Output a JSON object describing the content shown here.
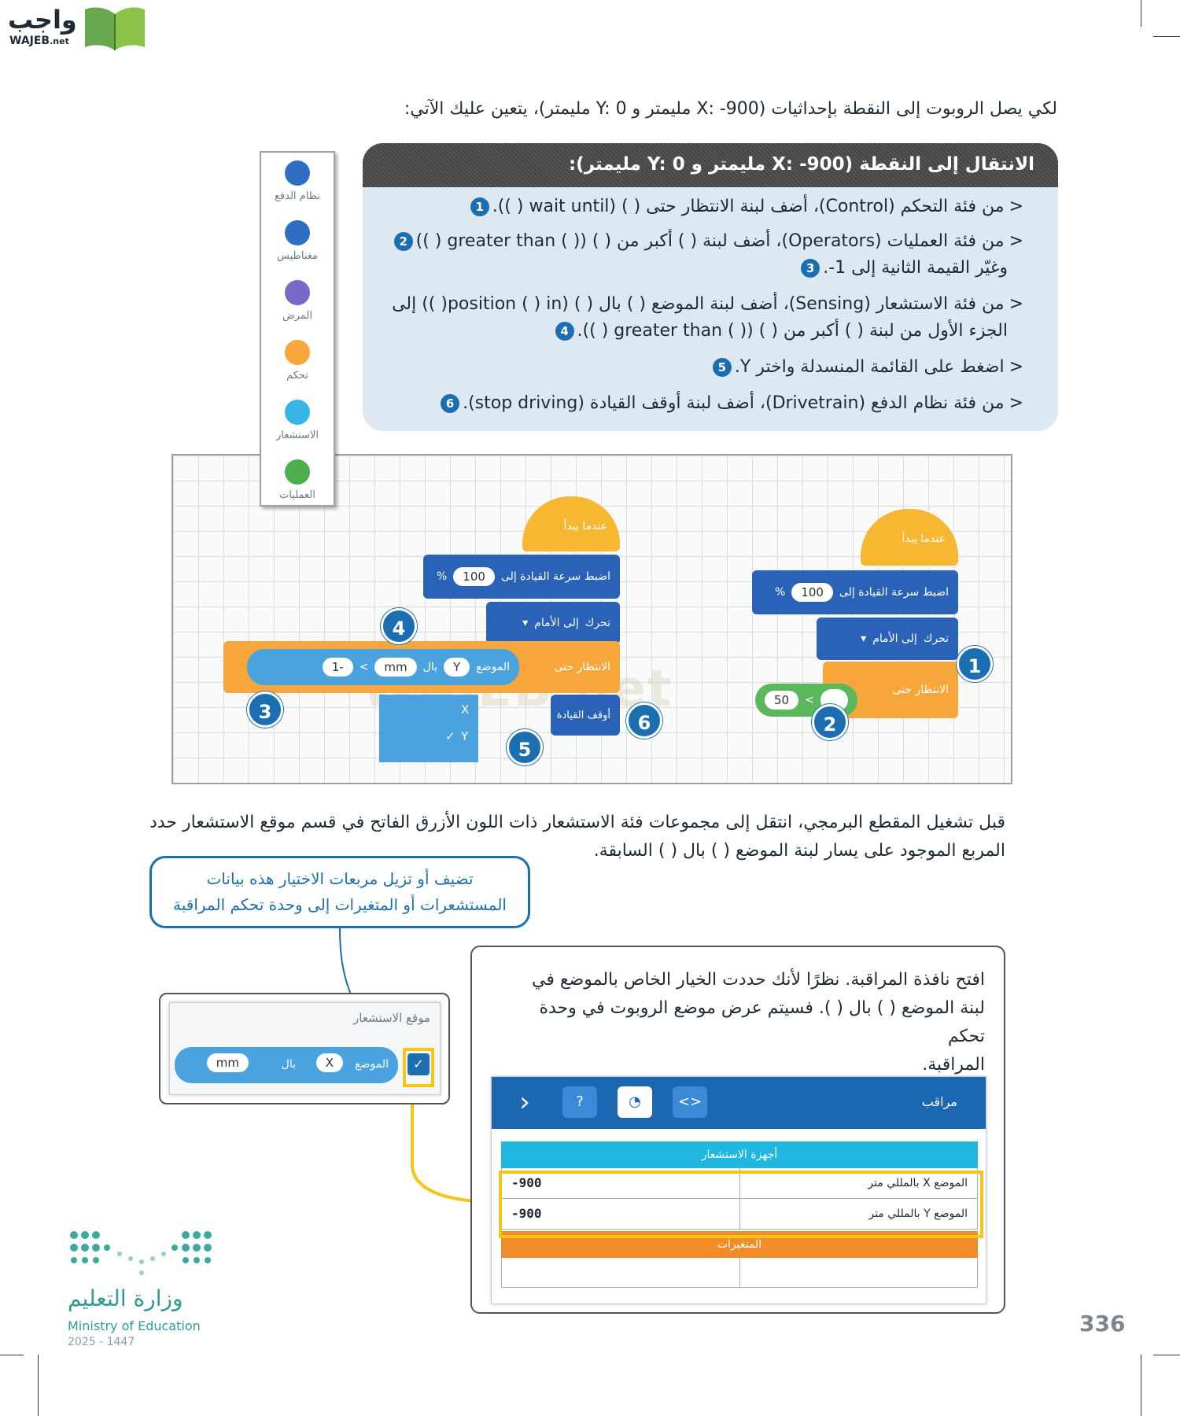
{
  "brand": {
    "arabic": "واجب",
    "latin": "WAJEB",
    "suffix": ".net"
  },
  "intro": "لكي يصل الروبوت إلى النقطة بإحداثيات (X: -900 مليمتر و Y: 0 مليمتر)، يتعين عليك الآتي:",
  "steps": {
    "title": "الانتقال إلى النقطة (X: -900 مليمتر و Y: 0 مليمتر):",
    "lines": [
      {
        "text": "من فئة التحكم (Control)، أضف لبنة الانتظار حتى ( ) (wait until ( )).",
        "badge": "1"
      },
      {
        "text": "من فئة العمليات (Operators)، أضف لبنة ( ) أكبر من ( ) (( ) greater than ( ))",
        "badge": "2"
      },
      {
        "text": "وغيّر القيمة الثانية إلى 1-.",
        "badge": "3"
      },
      {
        "text": "من فئة الاستشعار (Sensing)، أضف لبنة الموضع ( ) بال ( ) (position ( ) in( )) إلى",
        "badge": ""
      },
      {
        "text": "الجزء الأول من لبنة ( ) أكبر من ( ) (( ) greater than ( )).",
        "badge": "4"
      },
      {
        "text": "اضغط على القائمة المنسدلة واختر Y.",
        "badge": "5"
      },
      {
        "text": "من فئة نظام الدفع (Drivetrain)، أضف لبنة أوقف القيادة (stop driving).",
        "badge": "6"
      }
    ]
  },
  "palette": [
    {
      "label": "نظام الدفع",
      "color": "#2e6fc4"
    },
    {
      "label": "مغناطيس",
      "color": "#2e6fc4"
    },
    {
      "label": "المرض",
      "color": "#7a68c8"
    },
    {
      "label": "تحكم",
      "color": "#f7a63b"
    },
    {
      "label": "الاستشعار",
      "color": "#35b6e6"
    },
    {
      "label": "العمليات",
      "color": "#4cae4c"
    }
  ],
  "code": {
    "hat_label": "عندما يبدأ",
    "speed_label": "اضبط سرعة القيادة إلى",
    "speed_value": "100",
    "percent": "%",
    "drive_label": "تحرك",
    "drive_dir": "إلى الأمام",
    "wait_label": "الانتظار حتى",
    "gt": ">",
    "value_50": "50",
    "value_neg1": "-1",
    "position_label": "الموضع",
    "axis_y": "Y",
    "in_label": "بال",
    "unit_mm": "mm",
    "stop_label": "أوقف القيادة",
    "dropdown_x": "X",
    "dropdown_y": "Y",
    "check": "✓",
    "badges": [
      "1",
      "2",
      "3",
      "4",
      "5",
      "6"
    ]
  },
  "para2": {
    "line1": "قبل تشغيل المقطع البرمجي، انتقل إلى مجموعات فئة الاستشعار ذات اللون الأزرق الفاتح في قسم موقع الاستشعار حدد",
    "line2": "المربع الموجود على يسار لبنة الموضع ( ) بال ( ) السابقة."
  },
  "callout": {
    "line1": "تضيف أو تزيل مربعات الاختيار هذه بيانات",
    "line2": "المستشعرات أو المتغيرات إلى وحدة تحكم المراقبة"
  },
  "monitor_text": {
    "line1": "افتح نافذة المراقبة. نظرًا لأنك حددت الخيار الخاص بالموضع في",
    "line2": "لبنة الموضع ( ) بال ( ). فسيتم عرض موضع الروبوت في وحدة تحكم",
    "line3": "المراقبة."
  },
  "sensor_panel": {
    "title": "موقع الاستشعار",
    "position_label": "الموضع",
    "axis": "X",
    "in_label": "بال",
    "unit": "mm"
  },
  "monitor": {
    "title": "مراقب",
    "sensors_header": "أجهزة الاستشعار",
    "rows": [
      {
        "label": "الموضع X بالمللي متر",
        "value": "-900"
      },
      {
        "label": "الموضع Y بالمللي متر",
        "value": "-900"
      }
    ],
    "vars_header": "المتغيرات"
  },
  "ministry": {
    "arabic": "وزارة التعليم",
    "english": "Ministry of Education",
    "year": "2025 - 1447"
  },
  "page_number": "336",
  "watermark": "WAJEB.net"
}
